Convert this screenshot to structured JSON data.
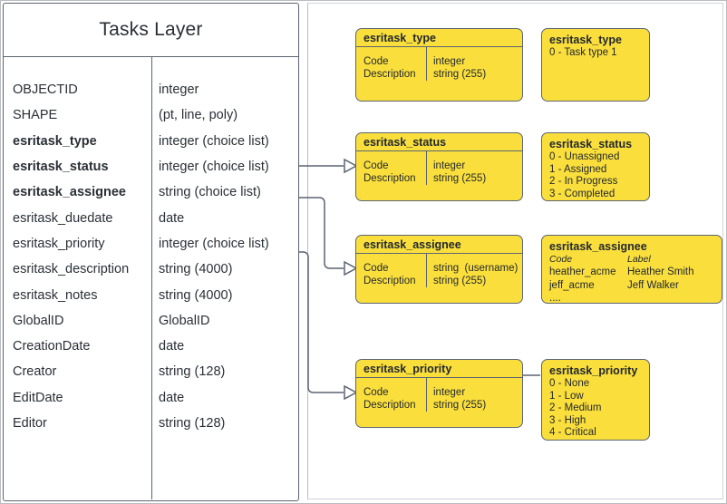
{
  "entity": {
    "title": "Tasks Layer",
    "fields": [
      {
        "name": "OBJECTID",
        "type": "integer",
        "bold": false
      },
      {
        "name": "SHAPE",
        "type": "(pt, line, poly)",
        "bold": false
      },
      {
        "name": "esritask_type",
        "type": "integer (choice list)",
        "bold": true
      },
      {
        "name": "esritask_status",
        "type": "integer (choice list)",
        "bold": true
      },
      {
        "name": "esritask_assignee",
        "type": "string (choice list)",
        "bold": true
      },
      {
        "name": "esritask_duedate",
        "type": "date",
        "bold": false
      },
      {
        "name": "esritask_priority",
        "type": "integer (choice list)",
        "bold": false
      },
      {
        "name": "esritask_description",
        "type": "string (4000)",
        "bold": false
      },
      {
        "name": "esritask_notes",
        "type": "string (4000)",
        "bold": false
      },
      {
        "name": "GlobalID",
        "type": "GlobalID",
        "bold": false
      },
      {
        "name": "CreationDate",
        "type": "date",
        "bold": false
      },
      {
        "name": "Creator",
        "type": "string (128)",
        "bold": false
      },
      {
        "name": "EditDate",
        "type": "date",
        "bold": false
      },
      {
        "name": "Editor",
        "type": "string (128)",
        "bold": false
      }
    ]
  },
  "tables": {
    "type": {
      "title": "esritask_type",
      "left_labels": "Code\nDescription",
      "right_labels": "integer\nstring (255)"
    },
    "status": {
      "title": "esritask_status",
      "left_labels": "Code\nDescription",
      "right_labels": "integer\nstring (255)"
    },
    "assignee": {
      "title": "esritask_assignee",
      "left_labels": "Code\nDescription",
      "right_labels": "string  (username)\nstring (255)"
    },
    "priority": {
      "title": "esritask_priority",
      "left_labels": "Code\nDescription",
      "right_labels": "integer\nstring (255)"
    }
  },
  "domains": {
    "type": {
      "title": "esritask_type",
      "items": [
        "0 - Task type 1"
      ]
    },
    "status": {
      "title": "esritask_status",
      "items": [
        "0 - Unassigned",
        "1 - Assigned",
        "2 - In Progress",
        "3 - Completed"
      ]
    },
    "assignee": {
      "title": "esritask_assignee",
      "head_code": "Code",
      "head_label": "Label",
      "rows": [
        {
          "code": "heather_acme",
          "label": "Heather Smith"
        },
        {
          "code": "jeff_acme",
          "label": "Jeff Walker"
        }
      ],
      "ellipsis": "...."
    },
    "priority": {
      "title": "esritask_priority",
      "items": [
        "0 - None",
        "1 - Low",
        "2 - Medium",
        "3 - High",
        "4 - Critical"
      ]
    }
  },
  "colors": {
    "box_fill": "#fadf3c",
    "line": "#5b6472",
    "text": "#23282f",
    "canvas": "#ffffff"
  }
}
